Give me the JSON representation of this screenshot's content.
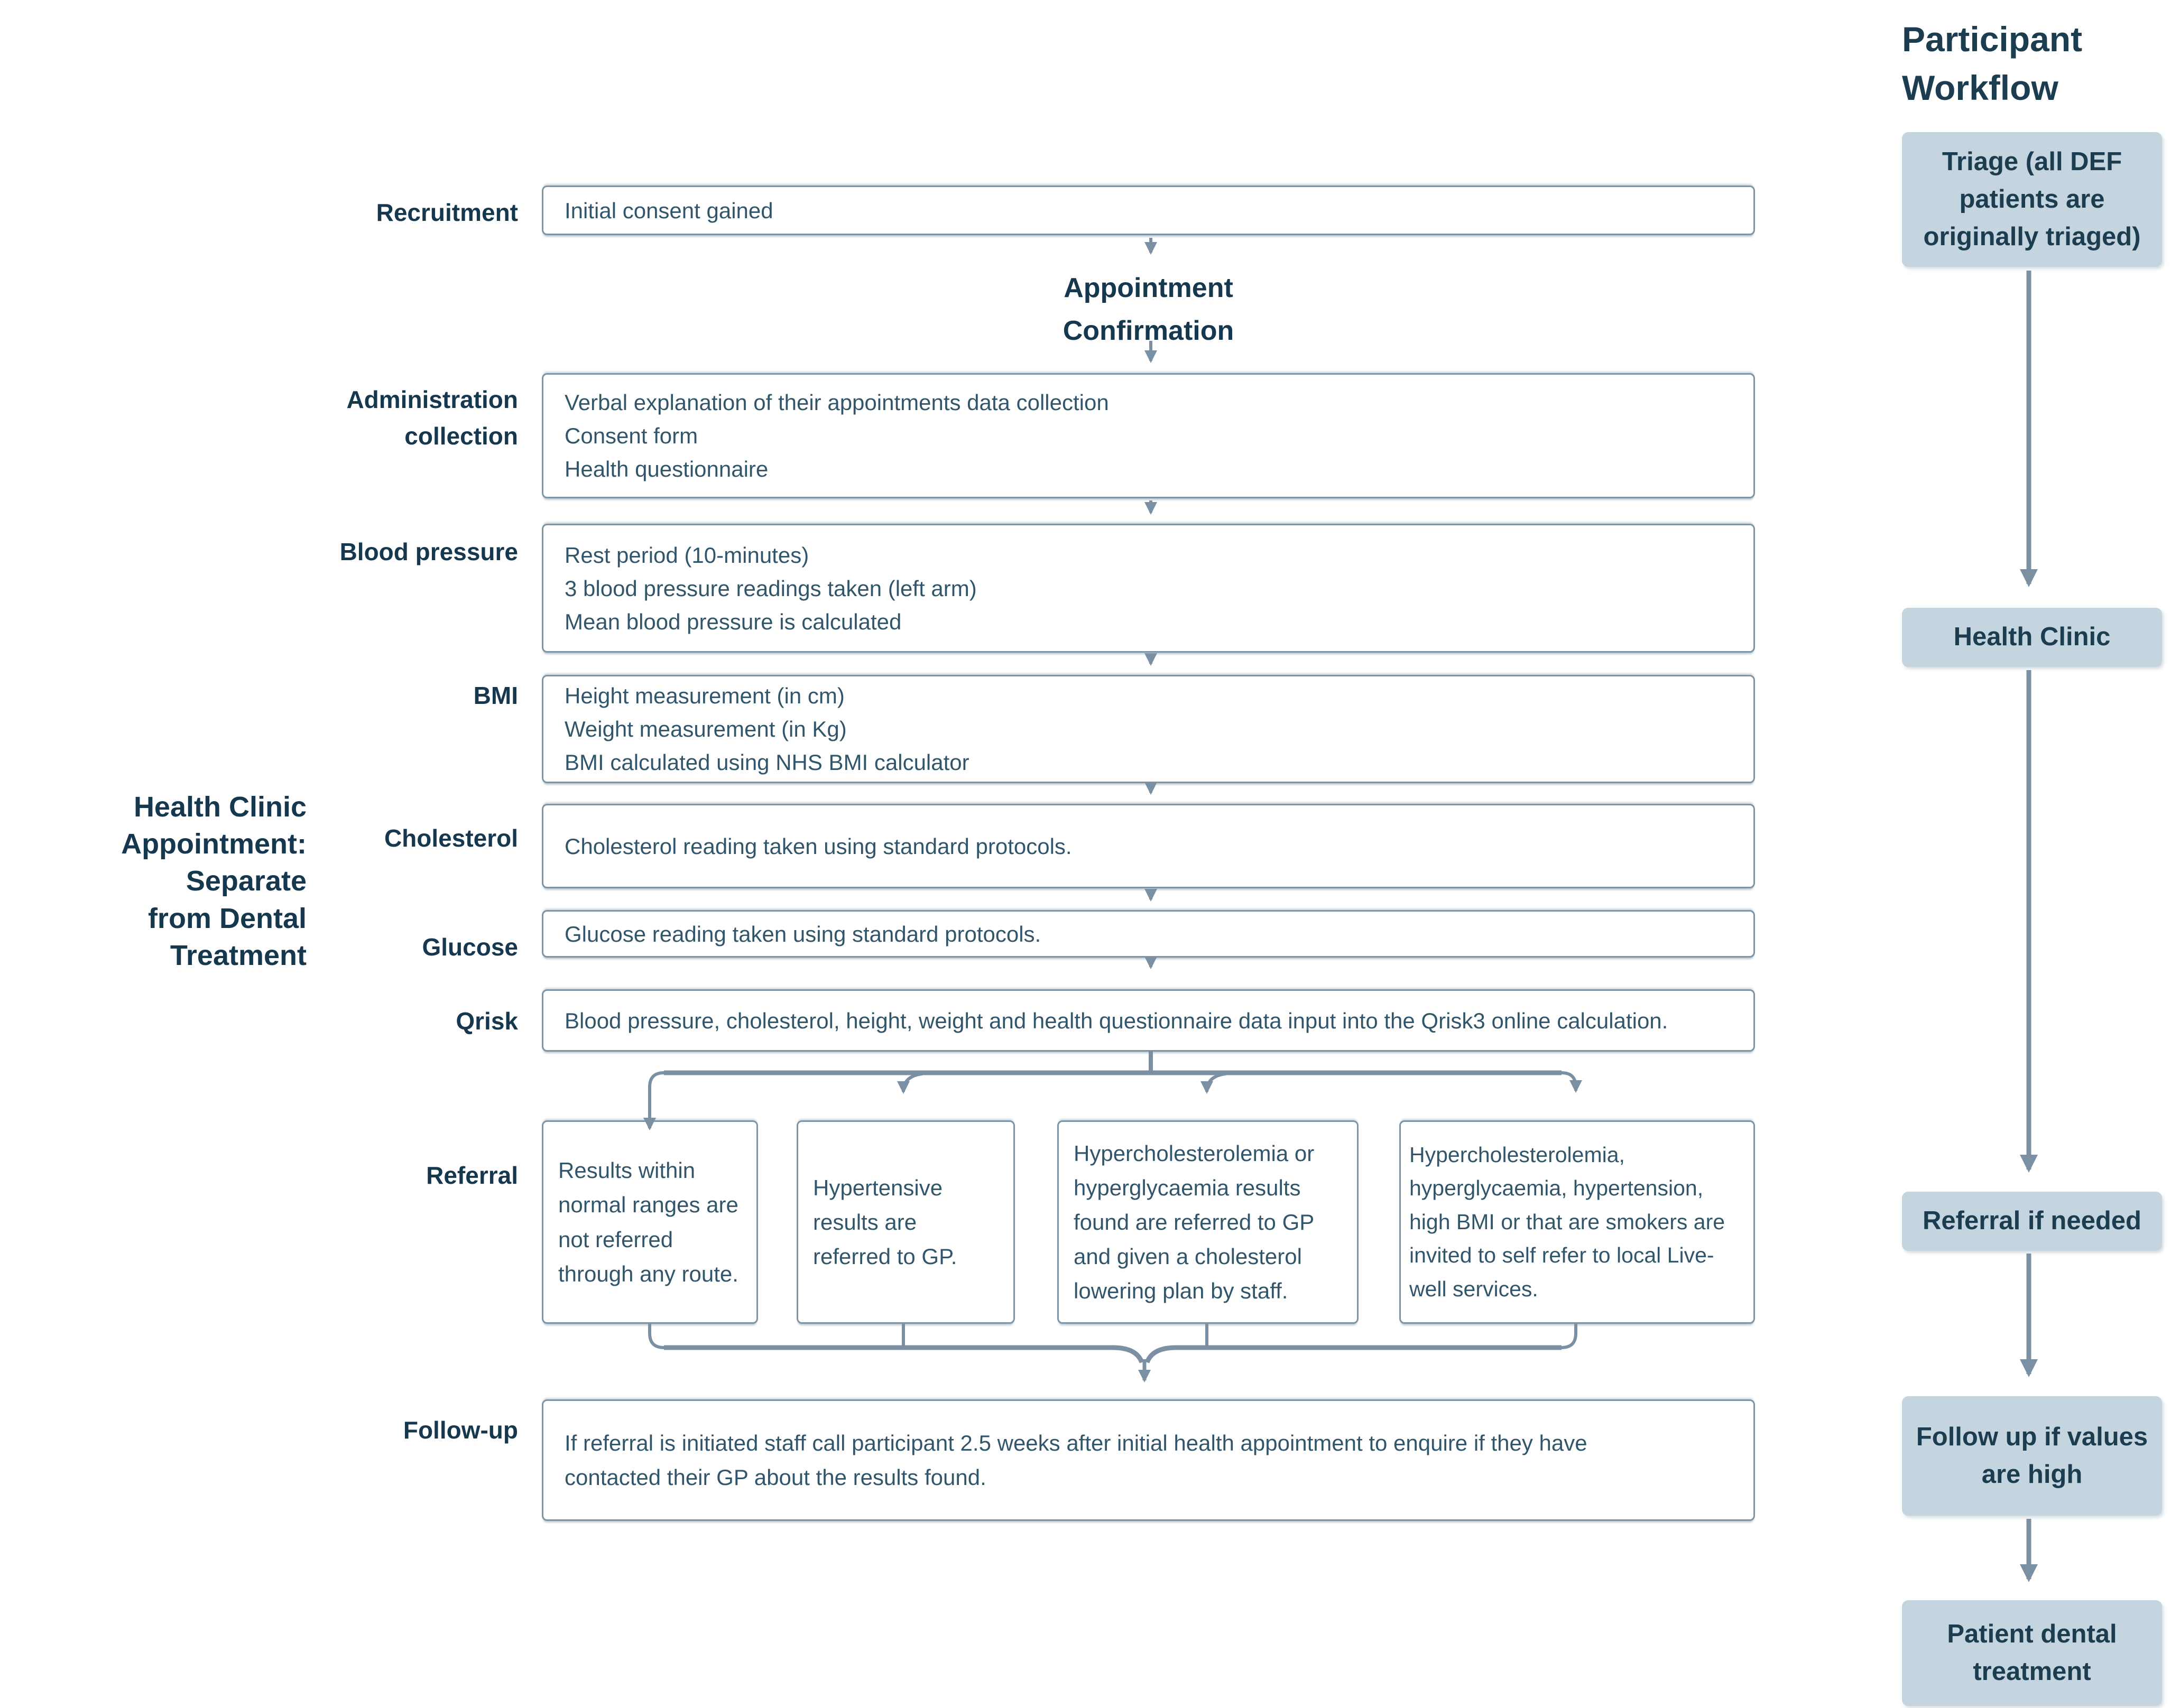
{
  "colors": {
    "box_border": "#7e95a6",
    "connector": "#7b90a2",
    "box_text": "#31566b",
    "label_text": "#16384f",
    "workflow_box_fill": "#c5d5df",
    "workflow_box_text": "#1c3c50",
    "background": "#ffffff"
  },
  "side_note": {
    "lines": [
      "Health Clinic",
      "Appointment: Separate",
      "from Dental Treatment"
    ]
  },
  "flow": {
    "recruitment": {
      "label": "Recruitment",
      "lines": [
        "Initial consent gained"
      ]
    },
    "appointment_confirmation": {
      "lines": [
        "Appointment",
        "Confirmation"
      ]
    },
    "administration": {
      "label_lines": [
        "Administration",
        "collection"
      ],
      "lines": [
        "Verbal explanation of their appointments data collection",
        "Consent form",
        "Health questionnaire"
      ]
    },
    "blood_pressure": {
      "label": "Blood pressure",
      "lines": [
        "Rest period (10-minutes)",
        "3 blood pressure readings taken (left arm)",
        "Mean blood pressure is calculated"
      ]
    },
    "bmi": {
      "label": "BMI",
      "lines": [
        "Height measurement (in cm)",
        "Weight measurement (in Kg)",
        "BMI calculated using NHS BMI calculator"
      ]
    },
    "cholesterol": {
      "label": "Cholesterol",
      "lines": [
        "Cholesterol reading taken using standard protocols."
      ]
    },
    "glucose": {
      "label": "Glucose",
      "lines": [
        "Glucose reading taken using standard protocols."
      ]
    },
    "qrisk": {
      "label": "Qrisk",
      "lines": [
        "Blood pressure, cholesterol, height, weight and health questionnaire data input into the Qrisk3 online calculation."
      ]
    },
    "referral": {
      "label": "Referral",
      "boxes": [
        {
          "text": "Results within normal ranges are not referred through any route."
        },
        {
          "text": "Hypertensive results are referred to GP."
        },
        {
          "text": "Hypercholesterolemia or hyperglycaemia results found are referred to GP and given a cholesterol lowering plan by staff."
        },
        {
          "text": "Hypercholesterolemia, hyperglycaemia, hypertension, high BMI or that are smokers are invited to self refer to local Live-well services."
        }
      ]
    },
    "follow_up": {
      "label": "Follow-up",
      "text": "If referral is initiated staff call participant 2.5 weeks after initial health appointment to enquire if they have contacted their GP about the results found."
    }
  },
  "workflow": {
    "title_lines": [
      "Participant",
      "Workflow"
    ],
    "steps": [
      {
        "lines": [
          "Triage (all DEF",
          "patients are",
          "originally triaged)"
        ]
      },
      {
        "lines": [
          "Health Clinic"
        ]
      },
      {
        "lines": [
          "Referral if needed"
        ]
      },
      {
        "lines": [
          "Follow up if values",
          "are high"
        ]
      },
      {
        "lines": [
          "Patient dental",
          "treatment"
        ]
      }
    ]
  }
}
